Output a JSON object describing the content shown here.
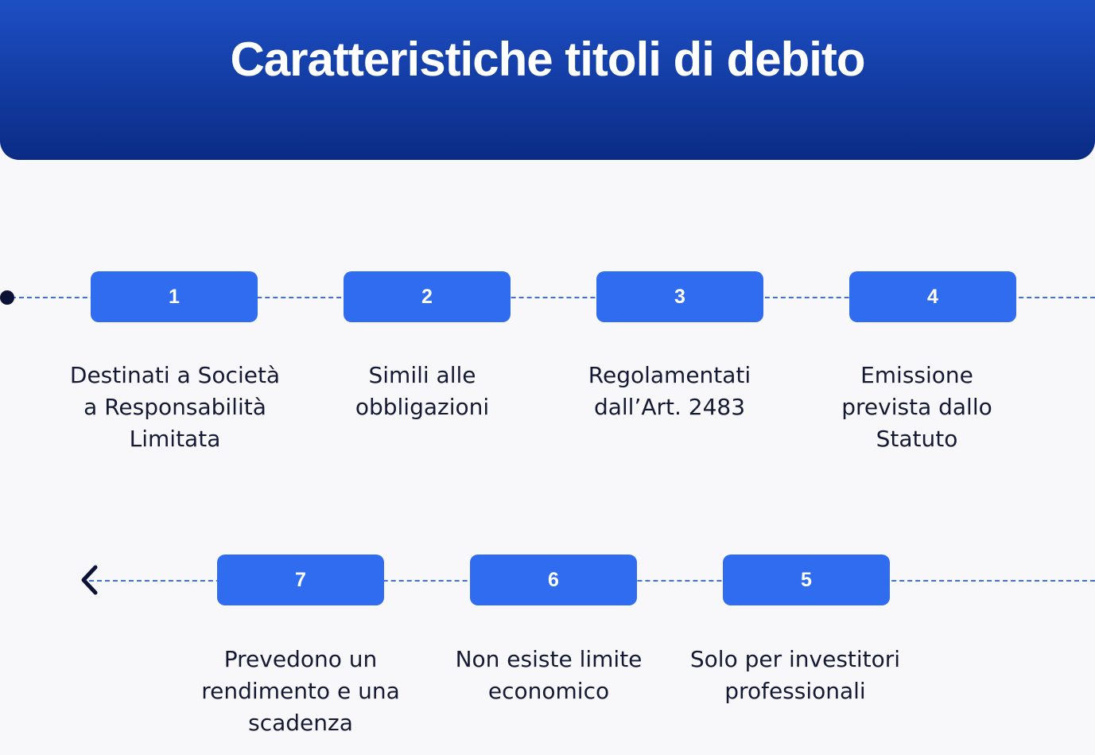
{
  "header": {
    "title": "Caratteristiche titoli di debito"
  },
  "steps": [
    {
      "number": "1",
      "text": "Destinati a Società a Responsabilità Limitata"
    },
    {
      "number": "2",
      "text": "Simili alle obbligazioni"
    },
    {
      "number": "3",
      "text": "Regolamentati dall’Art. 2483"
    },
    {
      "number": "4",
      "text": "Emissione prevista dallo Statuto"
    },
    {
      "number": "5",
      "text": "Solo per investitori professionali"
    },
    {
      "number": "6",
      "text": "Non esiste limite economico"
    },
    {
      "number": "7",
      "text": "Prevedono un rendimento e una scadenza"
    }
  ],
  "colors": {
    "header_top": "#1d4fc4",
    "header_bottom": "#0a2b85",
    "step_fill": "#306cf0",
    "connector": "#3b6ff0",
    "text": "#141a33",
    "background": "#f8f8fb"
  },
  "icons": {
    "start": "filled-dot-icon",
    "end": "chevron-left-icon"
  }
}
